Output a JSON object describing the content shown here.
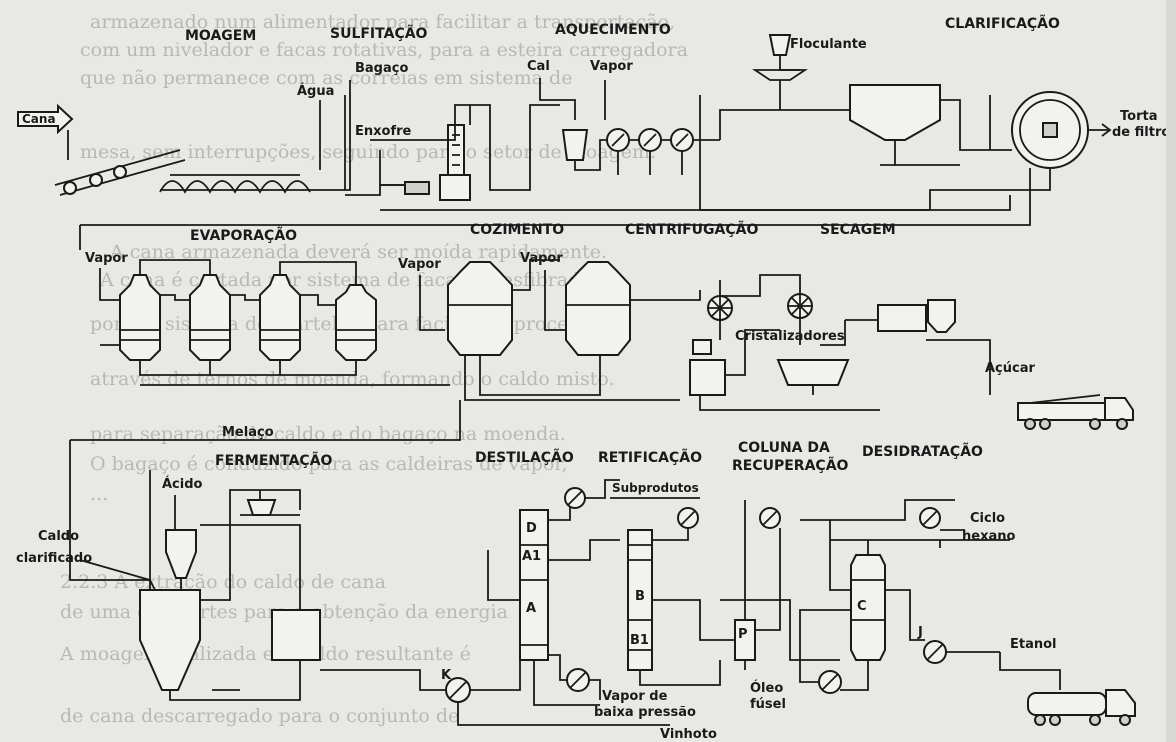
{
  "sections": {
    "moagem": "MOAGEM",
    "sulfitacao": "SULFITAÇÃO",
    "aquecimento": "AQUECIMENTO",
    "clarificacao": "CLARIFICAÇÃO",
    "evaporacao": "EVAPORAÇÃO",
    "cozimento": "COZIMENTO",
    "centrifugacao": "CENTRIFUGAÇÃO",
    "secagem": "SECAGEM",
    "fermentacao": "FERMENTAÇÃO",
    "destilacao": "DESTILAÇÃO",
    "retificacao": "RETIFICAÇÃO",
    "coluna_line1": "COLUNA DA",
    "coluna_line2": "RECUPERAÇÃO",
    "desidratacao": "DESIDRATAÇÃO"
  },
  "labels": {
    "cana": "Cana",
    "bagaco": "Bagaço",
    "agua": "Água",
    "enxofre": "Enxofre",
    "cal": "Cal",
    "vapor": "Vapor",
    "floculante": "Floculante",
    "torta_line1": "Torta",
    "torta_line2": "de filtro",
    "cristalizadores": "Cristalizadores",
    "acucar": "Açúcar",
    "melaco": "Melaço",
    "acido": "Ácido",
    "caldo_line1": "Caldo",
    "caldo_line2": "clarificado",
    "subprodutos": "Subprodutos",
    "ciclo_line1": "Ciclo",
    "ciclo_line2": "hexano",
    "etanol": "Etanol",
    "vapor_baixa_line1": "Vapor de",
    "vapor_baixa_line2": "baixa pressão",
    "oleo_line1": "Óleo",
    "oleo_line2": "fúsel",
    "vinhoto": "Vinhoto"
  },
  "column_tags": {
    "d": "D",
    "a1": "A1",
    "a": "A",
    "b": "B",
    "b1": "B1",
    "p": "P",
    "c": "C",
    "k": "K",
    "j": "J"
  },
  "background_text": [
    "armazenado num alimentador para facilitar a transportação,",
    "com um nivelador e facas rotativas, para a esteira carregadora",
    "que não permanece com as correias em sistema de",
    "mesa, sem interrupções, seguindo para o setor de moagem.",
    "A cana armazenada deverá ser moída rapidamente.",
    "A cana é cortada por sistema de facas e desfibrada",
    "por um sistema de martelos para facilitar o processo",
    "através de ternos de moenda, formando o caldo misto.",
    "para separação do caldo e do bagaço na moenda.",
    "O bagaço é conduzido para as caldeiras de vapor,",
    "...",
    "2.2.3 A extração do caldo de cana",
    "de uma das partes para a obtenção da energia",
    "A moagem realizada e o caldo resultante é",
    "de cana descarregado para o conjunto de"
  ]
}
